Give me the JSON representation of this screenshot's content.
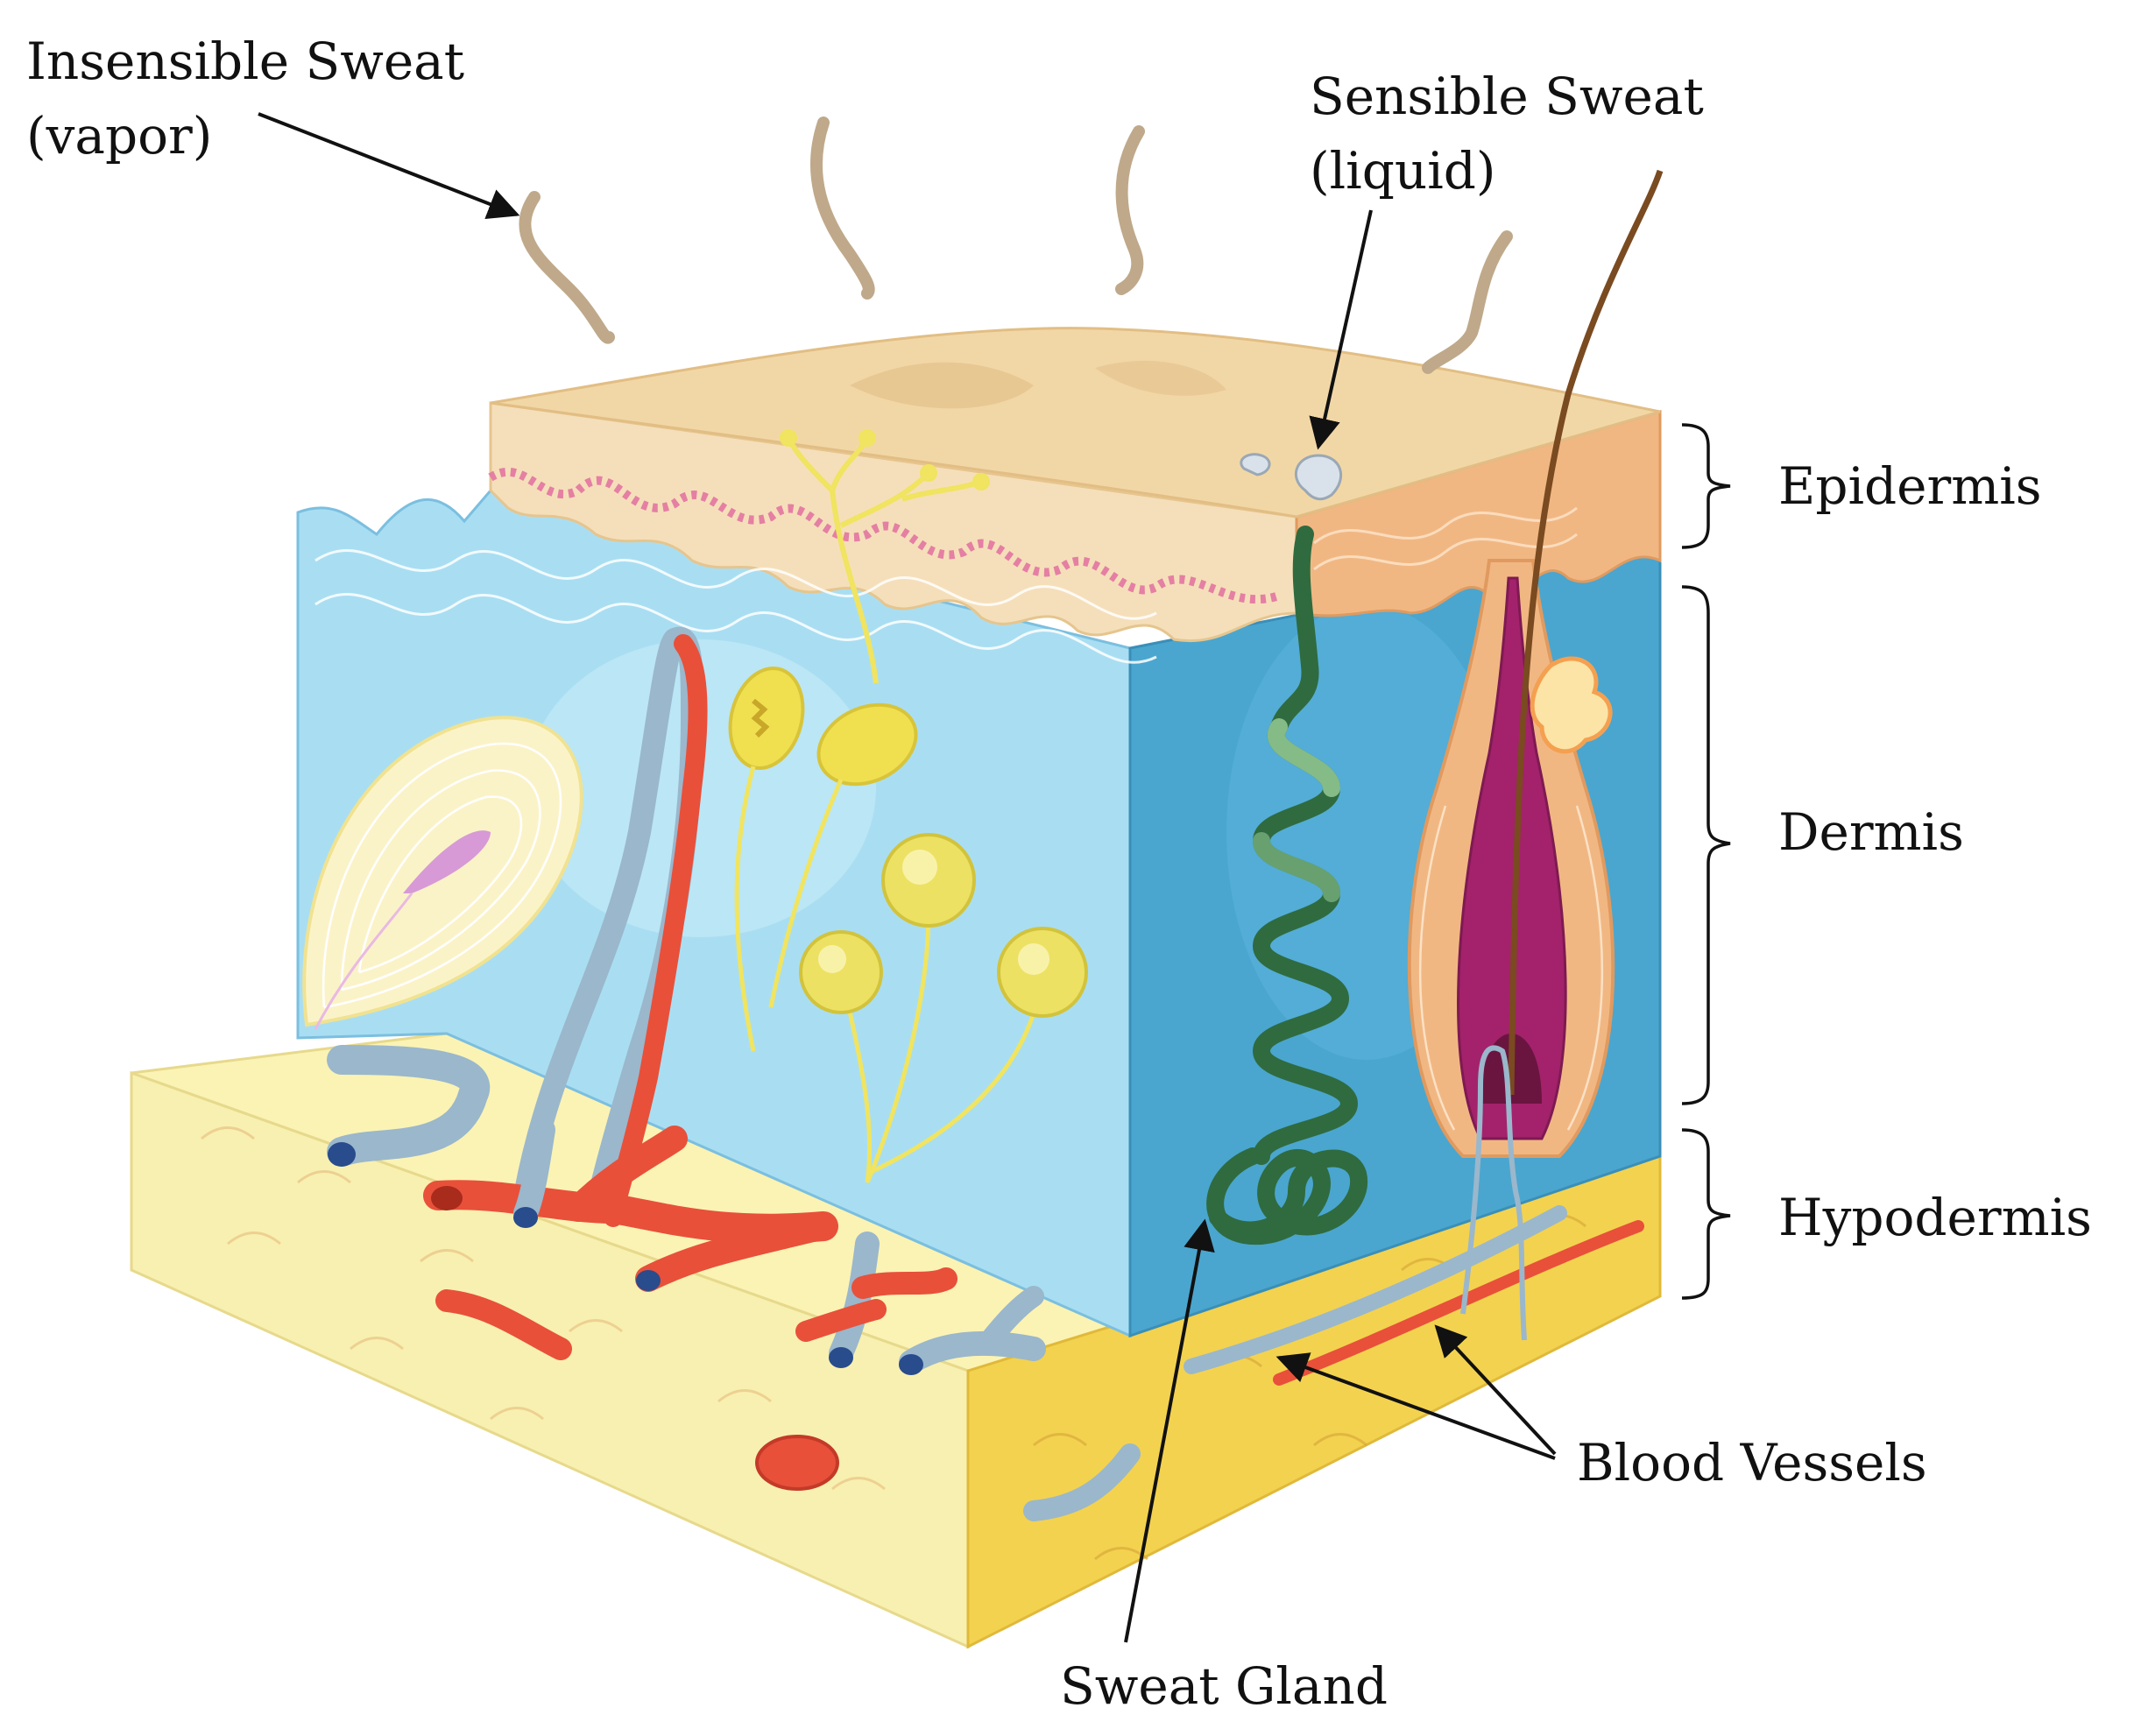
{
  "labels": {
    "insensible_sweat_line1": "Insensible Sweat",
    "insensible_sweat_line2": "(vapor)",
    "sensible_sweat_line1": "Sensible Sweat",
    "sensible_sweat_line2": "(liquid)",
    "epidermis": "Epidermis",
    "dermis": "Dermis",
    "hypodermis": "Hypodermis",
    "blood_vessels": "Blood Vessels",
    "sweat_gland": "Sweat Gland"
  },
  "colors": {
    "epidermis_top": "#f2d7a6",
    "epidermis_side": "#f5dfba",
    "dermis_front": "#a9def2",
    "dermis_right": "#4aa6cf",
    "hypodermis_top": "#fbf3b4",
    "hypodermis_front": "#f8f0b0",
    "hypodermis_right": "#f3d24f",
    "artery": "#e8503a",
    "vein": "#9ab7cc",
    "nerve": "#f0e460",
    "sweat_gland": "#2f6b3f",
    "hair_follicle": "#a3226b",
    "vapor": "#bfa98a",
    "basement": "#e57fa3"
  }
}
